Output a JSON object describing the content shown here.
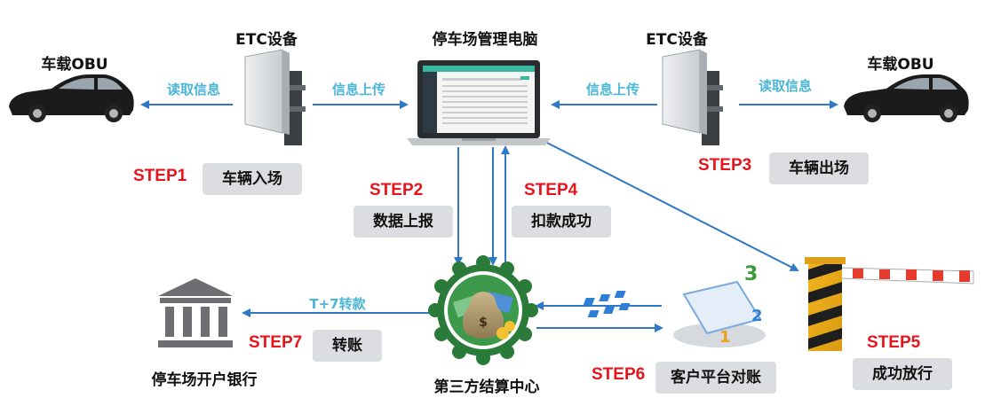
{
  "nodes": {
    "car_left": "车载OBU",
    "etc_left": "ETC设备",
    "pc": "停车场管理电脑",
    "etc_right": "ETC设备",
    "car_right": "车载OBU",
    "bank": "停车场开户银行",
    "third_party": "第三方结算中心"
  },
  "flows": {
    "read_left": "读取信息",
    "upload_left": "信息上传",
    "upload_right": "信息上传",
    "read_right": "读取信息",
    "transfer": "T+7转款"
  },
  "steps": [
    {
      "id": "STEP1",
      "label": "车辆入场"
    },
    {
      "id": "STEP2",
      "label": "数据上报"
    },
    {
      "id": "STEP3",
      "label": "车辆出场"
    },
    {
      "id": "STEP4",
      "label": "扣款成功"
    },
    {
      "id": "STEP5",
      "label": "成功放行"
    },
    {
      "id": "STEP6",
      "label": "客户平台对账"
    },
    {
      "id": "STEP7",
      "label": "转账"
    }
  ],
  "colors": {
    "arrow": "#2f78c4",
    "flow_text": "#4cb6d6",
    "step_text": "#e8141b",
    "step_box": "#dcdde0"
  }
}
